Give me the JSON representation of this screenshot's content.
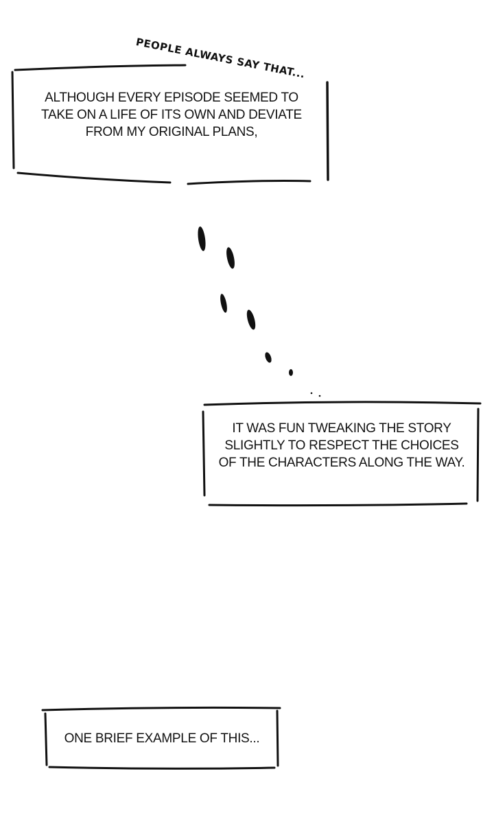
{
  "captions": {
    "aside": "PEOPLE ALWAYS SAY THAT...",
    "box1": "ALTHOUGH EVERY EPISODE SEEMED TO TAKE ON A LIFE OF ITS OWN AND DEVIATE FROM MY ORIGINAL PLANS,",
    "box2": "IT WAS FUN TWEAKING THE STORY SLIGHTLY TO RESPECT THE CHOICES OF THE CHARACTERS ALONG THE WAY.",
    "box3": "ONE BRIEF EXAMPLE OF THIS..."
  }
}
